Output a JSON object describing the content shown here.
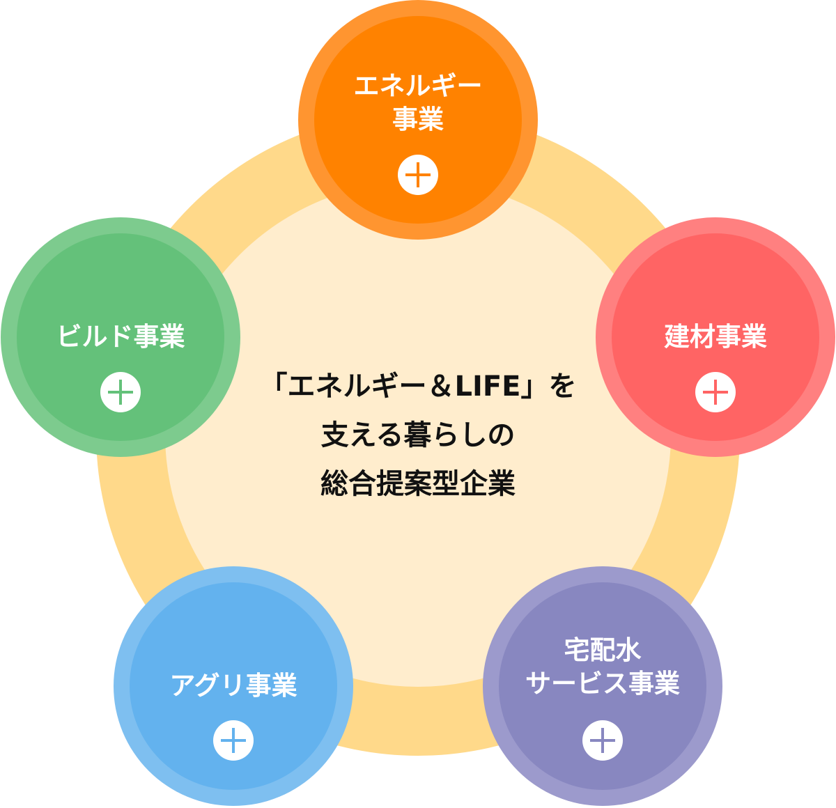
{
  "center": {
    "line1": "「エネルギー＆LIFE」を",
    "line2": "支える暮らしの",
    "line3": "総合提案型企業"
  },
  "businesses": [
    {
      "label": "エネルギー\n事業",
      "outer": "#FF9530",
      "inner": "#FF8200",
      "icon": "plus-icon"
    },
    {
      "label": "建材事業",
      "outer": "#FF8080",
      "inner": "#FF6464",
      "icon": "plus-icon"
    },
    {
      "label": "宅配水\nサービス事業",
      "outer": "#9C9ACC",
      "inner": "#8887C0",
      "icon": "plus-icon"
    },
    {
      "label": "アグリ事業",
      "outer": "#7EBFF0",
      "inner": "#63B2EE",
      "icon": "plus-icon"
    },
    {
      "label": "ビルド事業",
      "outer": "#7DCB8E",
      "inner": "#64C17A",
      "icon": "plus-icon"
    }
  ],
  "colors": {
    "ring": "#FFD98A",
    "inner": "#FFEDCD"
  }
}
